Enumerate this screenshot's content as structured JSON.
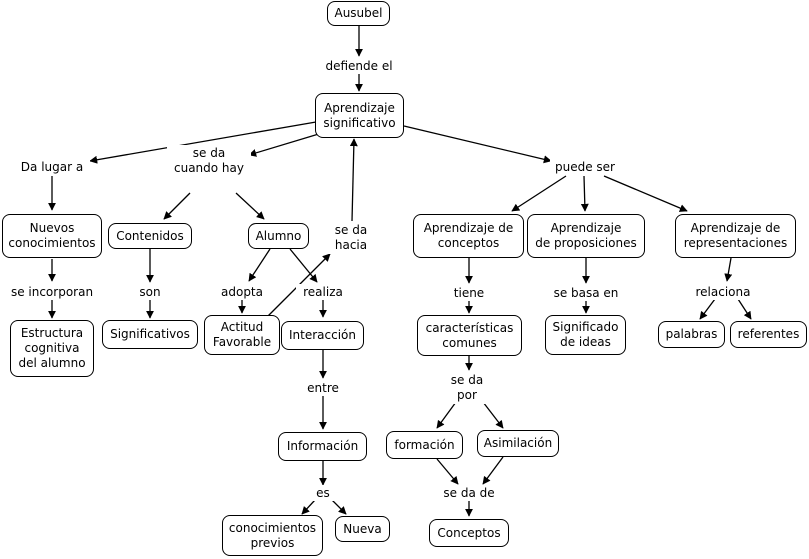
{
  "concepts": {
    "ausubel": "Ausubel",
    "aprendizaje_significativo": "Aprendizaje\nsignificativo",
    "nuevos_conocimientos": "Nuevos\nconocimientos",
    "estructura_cognitiva": "Estructura\ncognitiva\ndel alumno",
    "contenidos": "Contenidos",
    "significativos": "Significativos",
    "alumno": "Alumno",
    "actitud_favorable": "Actitud\nFavorable",
    "interaccion": "Interacción",
    "informacion": "Información",
    "conocimientos_previos": "conocimientos\nprevios",
    "nueva": "Nueva",
    "aprendizaje_conceptos": "Aprendizaje de\nconceptos",
    "caracteristicas_comunes": "características\ncomunes",
    "formacion": "formación",
    "asimilacion": "Asimilación",
    "conceptos": "Conceptos",
    "aprendizaje_proposiciones": "Aprendizaje\nde proposiciones",
    "significado_ideas": "Significado\nde ideas",
    "aprendizaje_representaciones": "Aprendizaje de\nrepresentaciones",
    "palabras": "palabras",
    "referentes": "referentes"
  },
  "links": {
    "defiende_el": "defiende el",
    "da_lugar_a": "Da lugar a",
    "se_da_cuando_hay": "se da\ncuando hay",
    "puede_ser": "puede ser",
    "se_incorporan": "se incorporan",
    "son": "son",
    "adopta": "adopta",
    "realiza": "realiza",
    "se_da_hacia": "se da\nhacia",
    "entre": "entre",
    "es": "es",
    "tiene": "tiene",
    "se_da_por": "se da\npor",
    "se_da_de": "se da de",
    "se_basa_en": "se basa en",
    "relaciona": "relaciona"
  }
}
